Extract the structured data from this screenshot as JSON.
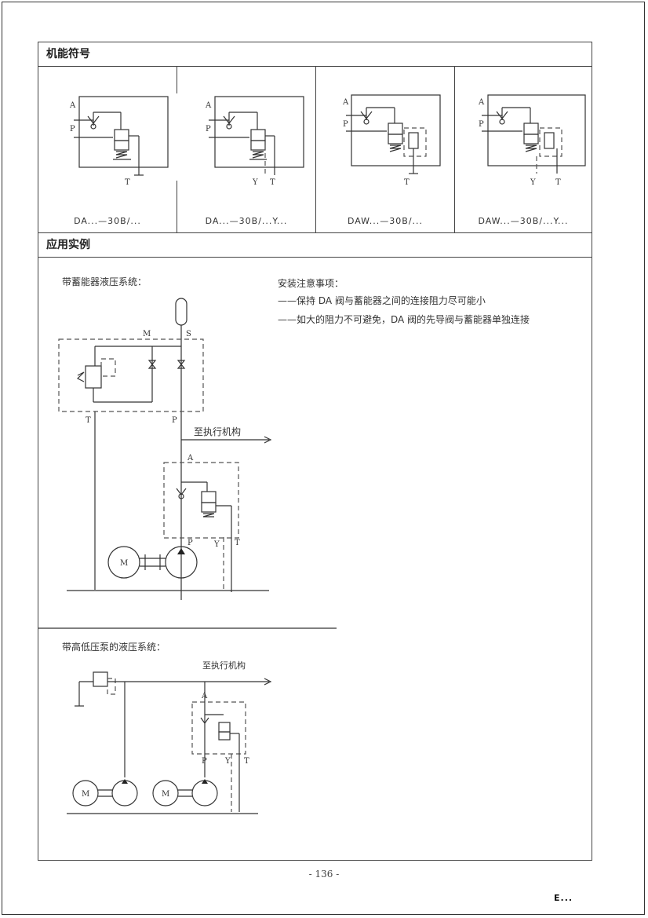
{
  "sections": {
    "symbols_title": "机能符号",
    "examples_title": "应用实例"
  },
  "symbols": [
    {
      "caption": "DA...—30B/..."
    },
    {
      "caption": "DA...—30B/...Y..."
    },
    {
      "caption": "DAW...—30B/..."
    },
    {
      "caption": "DAW...—30B/...Y..."
    }
  ],
  "symbol_port_labels": {
    "a": "A",
    "p": "P",
    "t": "T",
    "y": "Y"
  },
  "example1": {
    "title": "带蓄能器液压系统：",
    "to_actuator": "至执行机构",
    "labels": {
      "m": "M",
      "s": "S",
      "t": "T",
      "p": "P",
      "a": "A",
      "y": "Y",
      "motor": "M"
    }
  },
  "example2": {
    "title": "带高低压泵的液压系统：",
    "to_actuator": "至执行机构",
    "labels": {
      "a": "A",
      "p": "P",
      "y": "Y",
      "t": "T",
      "motor1": "M",
      "motor2": "M"
    }
  },
  "notes": {
    "title": "安装注意事项：",
    "lines": [
      "——保持 DA 阀与蓄能器之间的连接阻力尽可能小",
      "——如大的阻力不可避免，DA 阀的先导阀与蓄能器单独连接"
    ]
  },
  "footer": {
    "page_number": "- 136 -",
    "mark": "E..."
  }
}
